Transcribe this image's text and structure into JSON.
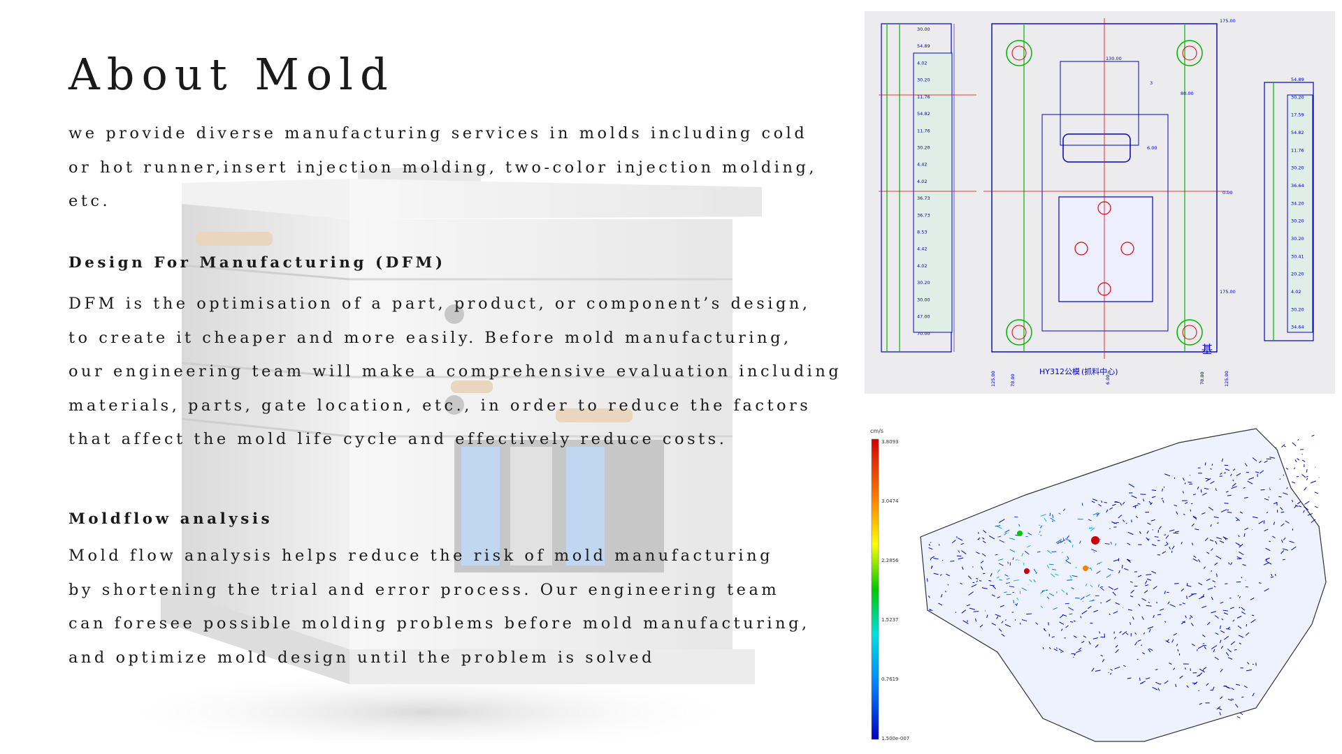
{
  "title": "About Mold",
  "intro": {
    "lines": [
      "we provide diverse manufacturing services in molds including cold",
      "or hot runner,insert injection molding, two-color injection molding,",
      "etc."
    ]
  },
  "dfm": {
    "heading": "Design For Manufacturing (DFM)",
    "lines": [
      "DFM is the optimisation of a part, product, or component’s design,",
      "to create it cheaper and more easily. Before mold manufacturing,",
      "our engineering team will make a comprehensive evaluation including",
      "materials, parts, gate location, etc., in order to reduce the factors",
      "that affect the mold life cycle and effectively reduce costs."
    ]
  },
  "moldflow": {
    "heading": "Moldflow analysis",
    "lines": [
      "Mold flow analysis helps reduce the risk of mold manufacturing",
      "by shortening the trial and error process. Our engineering team",
      "can foresee possible molding problems before mold manufacturing,",
      "and optimize mold design until the problem is solved"
    ]
  },
  "cad_drawing": {
    "caption": "HY312公模",
    "caption_note": "(抓料中心)",
    "corner_mark": "基",
    "dims_left": [
      "30.00",
      "54.89",
      "4.02",
      "30.20",
      "11.76",
      "54.82",
      "11.76",
      "30.20",
      "4.42",
      "4.02",
      "36.73",
      "36.73",
      "8.53",
      "4.42",
      "4.02",
      "30.20",
      "30.00",
      "47.00",
      "70.00"
    ],
    "dims_right": [
      "54.89",
      "30.20",
      "17.59",
      "54.82",
      "11.76",
      "30.20",
      "36.64",
      "34.20",
      "30.20",
      "30.20",
      "30.41",
      "20.20",
      "4.02",
      "30.20",
      "34.64"
    ],
    "dims_center": [
      "130.00",
      "3",
      "80.00",
      "6.00",
      "0.00",
      "175.00",
      "175.00",
      "125.00",
      "78.00",
      "6.00",
      "78.00",
      "125.00"
    ],
    "colors": {
      "outline": "#0000c8",
      "center_lines": "#e00000",
      "guides": "#00b400"
    }
  },
  "flow_legend": {
    "unit": "cm/s",
    "ticks": [
      "3.8093",
      "3.0474",
      "2.2856",
      "1.5237",
      "0.7619",
      "1.500e-007"
    ],
    "colors": [
      "#d40000",
      "#ff8000",
      "#ffff00",
      "#00c800",
      "#00e0e0",
      "#0080ff",
      "#0000c0"
    ]
  },
  "mold_image": {
    "icon": "injection-mold-3d-render"
  }
}
